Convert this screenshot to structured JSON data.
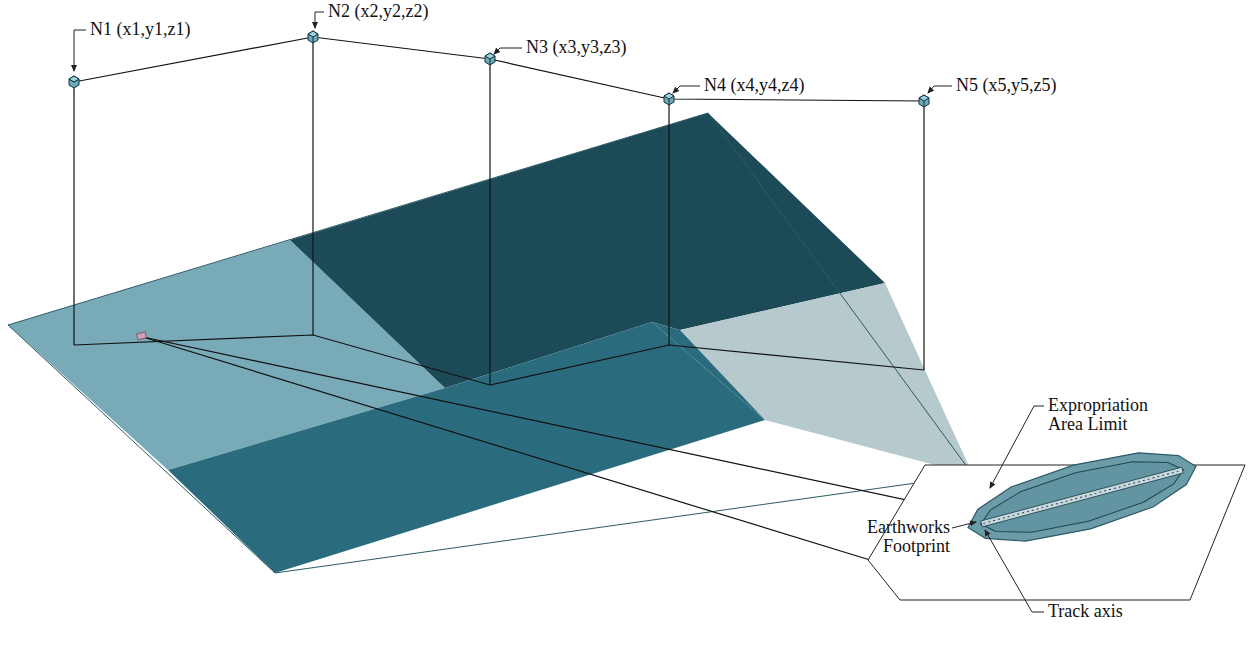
{
  "diagram": {
    "labels": [
      "N1 (x1,y1,z1)",
      "N2 (x2,y2,z2)",
      "N3 (x3,y3,z3)",
      "N4 (x4,y4,z4)",
      "N5 (x5,y5,z5)",
      "Expropriation Area Limit",
      "Earthworks Footprint",
      "Track axis"
    ]
  }
}
